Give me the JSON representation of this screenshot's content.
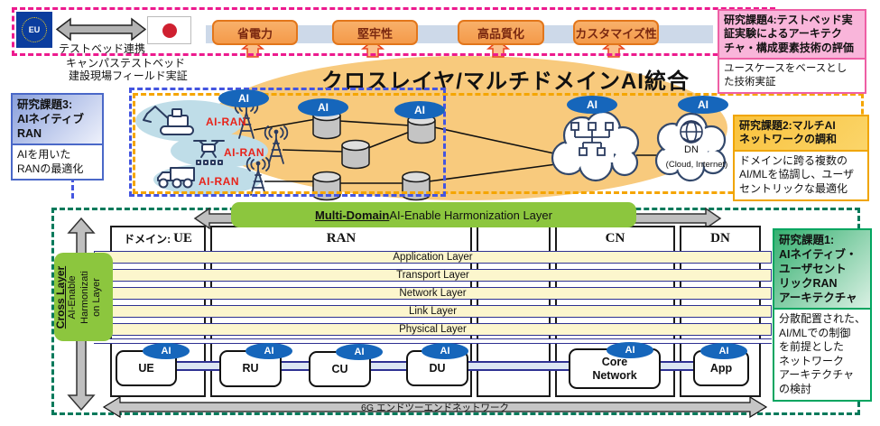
{
  "top": {
    "eu_flag_label": "EU",
    "testbed_link_label": "テストベッド連携",
    "testbed_note_1": "キャンパステストベッド",
    "testbed_note_2": "建設現場フィールド実証",
    "chips": [
      {
        "label": "省電力"
      },
      {
        "label": "堅牢性"
      },
      {
        "label": "高品質化"
      },
      {
        "label": "カスタマイズ性"
      }
    ]
  },
  "integration": {
    "title": "クロスレイヤ/マルチドメインAI統合",
    "ai_badge": "AI",
    "ai_ran_label": "AI-RAN",
    "dn_name": "DN",
    "dn_sub": "(Cloud, Internet)"
  },
  "topics": {
    "topic4": {
      "title": "研究課題4:テストベッド実\n証実験によるアーキテク\nチャ・構成要素技術の評価",
      "body": "ユースケースをベースとし\nた技術実証"
    },
    "topic3": {
      "title": "研究課題3:\nAIネイティブ\nRAN",
      "body": "AIを用いた\nRANの最適化"
    },
    "topic2": {
      "title": "研究課題2:マルチAI\nネットワークの調和",
      "body": "ドメインに跨る複数の\nAI/MLを協調し、ユーザ\nセントリックな最適化"
    },
    "topic1": {
      "title": "研究課題1:\nAIネイティブ・\nユーザセント\nリックRAN\nアーキテクチャ",
      "body": "分散配置された、\nAI/MLでの制御\nを前提とした\nネットワーク\nアーキテクチャ\nの検討"
    }
  },
  "stack": {
    "harmonization_strong": "Multi-Domain",
    "harmonization_rest": " AI-Enable Harmonization Layer",
    "cross_strong": "Cross Layer",
    "cross_rest": "AI-Enable\nHarmonizati\non Layer",
    "domain_prefix": "ドメイン:",
    "domains": [
      {
        "name": "UE"
      },
      {
        "name": "RAN"
      },
      {
        "name": ""
      },
      {
        "name": "CN"
      },
      {
        "name": "DN"
      }
    ],
    "layers": [
      "Application Layer",
      "Transport Layer",
      "Network Layer",
      "Link Layer",
      "Physical Layer"
    ],
    "nodes": [
      {
        "label": "UE"
      },
      {
        "label": "RU"
      },
      {
        "label": "CU"
      },
      {
        "label": "DU"
      },
      {
        "label": "Core Network"
      },
      {
        "label": "App"
      }
    ],
    "bottom_arrow_label": "6G エンドツーエンドネットワーク"
  },
  "colors": {
    "accent_green": "#8cc63e",
    "ai_blue": "#1666bb",
    "ai_ran_red": "#e8231a",
    "dash_pink": "#ed1a8e",
    "dash_blue": "#4455e0",
    "dash_orange": "#f5a500",
    "dash_green": "#00795a"
  }
}
